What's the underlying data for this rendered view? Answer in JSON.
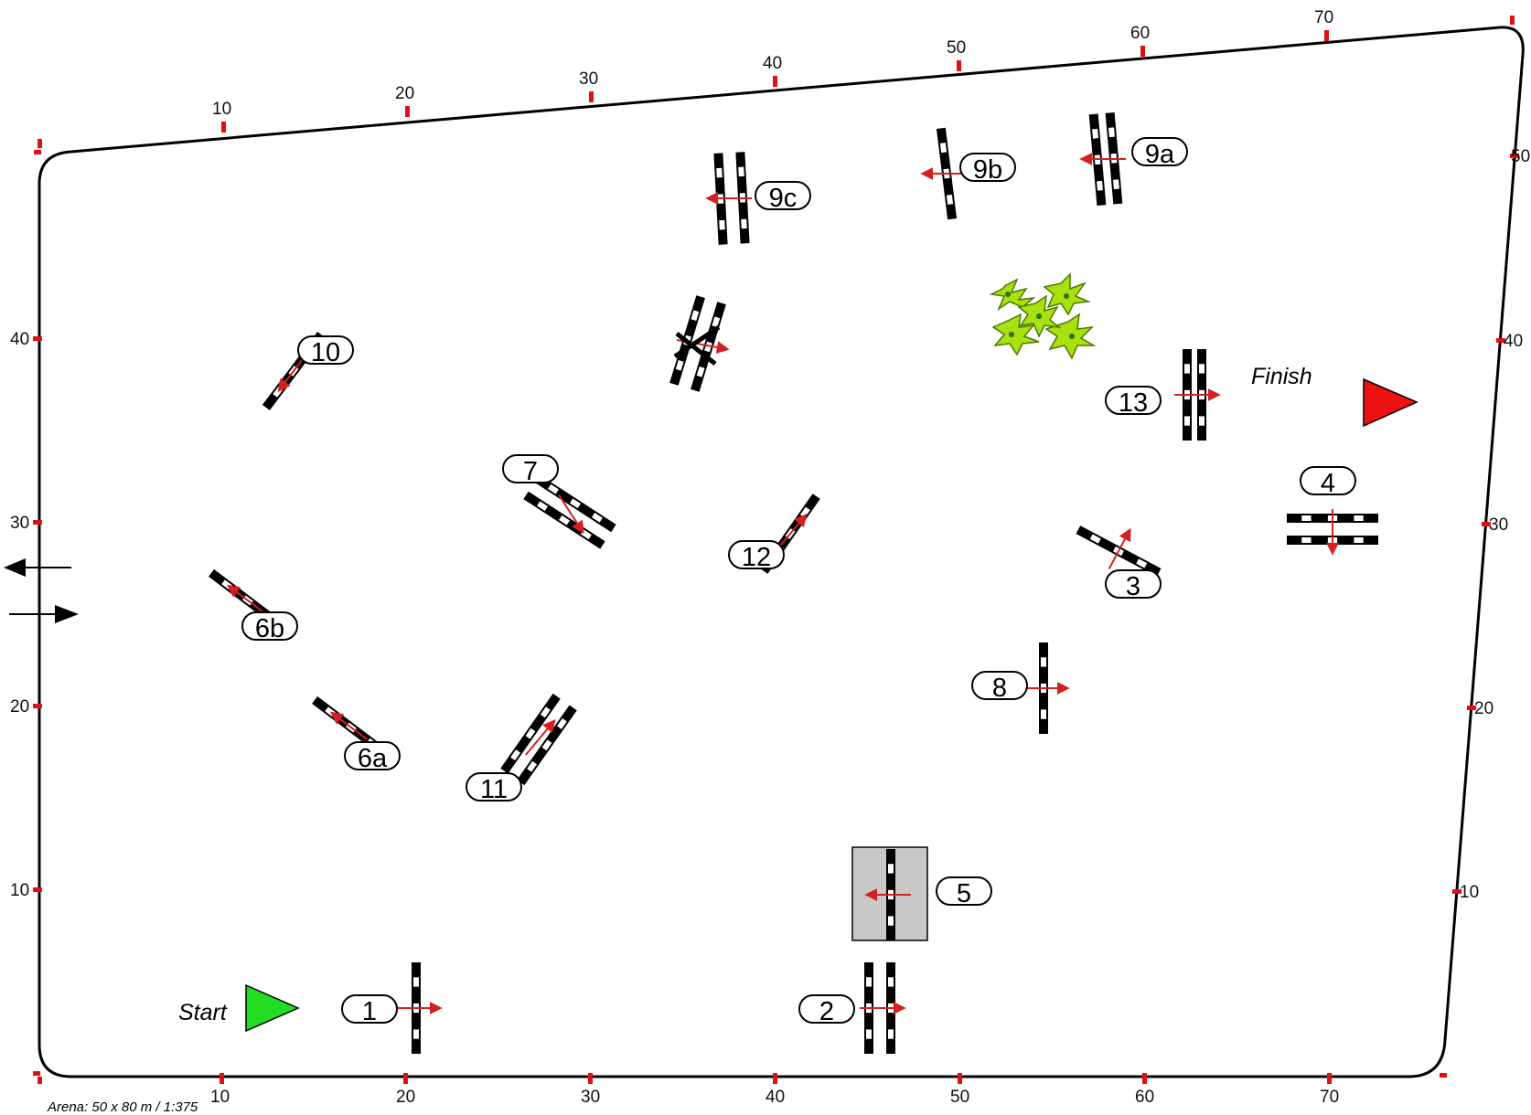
{
  "colors": {
    "pole_dark": "#000000",
    "pole_light": "#ffffff",
    "direction_arrow": "#d42020",
    "start_flag": "#22dd22",
    "finish_flag": "#ee1111",
    "water_tray": "#c8c8c8",
    "bush": "#a8e010",
    "tick_mark": "#e01010"
  },
  "top_ticks": [
    "10",
    "20",
    "30",
    "40",
    "50",
    "60",
    "70"
  ],
  "bottom_ticks": [
    "10",
    "20",
    "30",
    "40",
    "50",
    "60",
    "70"
  ],
  "left_ticks": [
    "10",
    "20",
    "30",
    "40"
  ],
  "right_ticks": [
    "10",
    "20",
    "30",
    "40",
    "50"
  ],
  "start_label": "Start",
  "finish_label": "Finish",
  "caption": "Arena: 50 x 80 m  /  1:375",
  "obstacles": [
    {
      "id": "1",
      "label": "1",
      "kind": "vertical",
      "icon": "single-rail-icon"
    },
    {
      "id": "2",
      "label": "2",
      "kind": "oxer",
      "icon": "oxer-icon"
    },
    {
      "id": "3",
      "label": "3",
      "kind": "vertical",
      "icon": "single-rail-icon"
    },
    {
      "id": "4",
      "label": "4",
      "kind": "oxer",
      "icon": "oxer-icon"
    },
    {
      "id": "5",
      "label": "5",
      "kind": "water",
      "icon": "water-tray-icon"
    },
    {
      "id": "6a",
      "label": "6a",
      "kind": "vertical",
      "icon": "single-rail-icon"
    },
    {
      "id": "6b",
      "label": "6b",
      "kind": "vertical",
      "icon": "single-rail-icon"
    },
    {
      "id": "7",
      "label": "7",
      "kind": "oxer",
      "icon": "oxer-icon"
    },
    {
      "id": "8",
      "label": "8",
      "kind": "vertical",
      "icon": "single-rail-icon"
    },
    {
      "id": "9a",
      "label": "9a",
      "kind": "oxer",
      "icon": "oxer-icon"
    },
    {
      "id": "9b",
      "label": "9b",
      "kind": "vertical",
      "icon": "single-rail-icon"
    },
    {
      "id": "9c",
      "label": "9c",
      "kind": "oxer",
      "icon": "oxer-icon"
    },
    {
      "id": "10",
      "label": "10",
      "kind": "vertical",
      "icon": "single-rail-icon"
    },
    {
      "id": "11",
      "label": "11",
      "kind": "oxer",
      "icon": "oxer-icon"
    },
    {
      "id": "12",
      "label": "12",
      "kind": "vertical",
      "icon": "single-rail-icon"
    },
    {
      "id": "13",
      "label": "13",
      "kind": "oxer",
      "icon": "oxer-icon"
    }
  ]
}
